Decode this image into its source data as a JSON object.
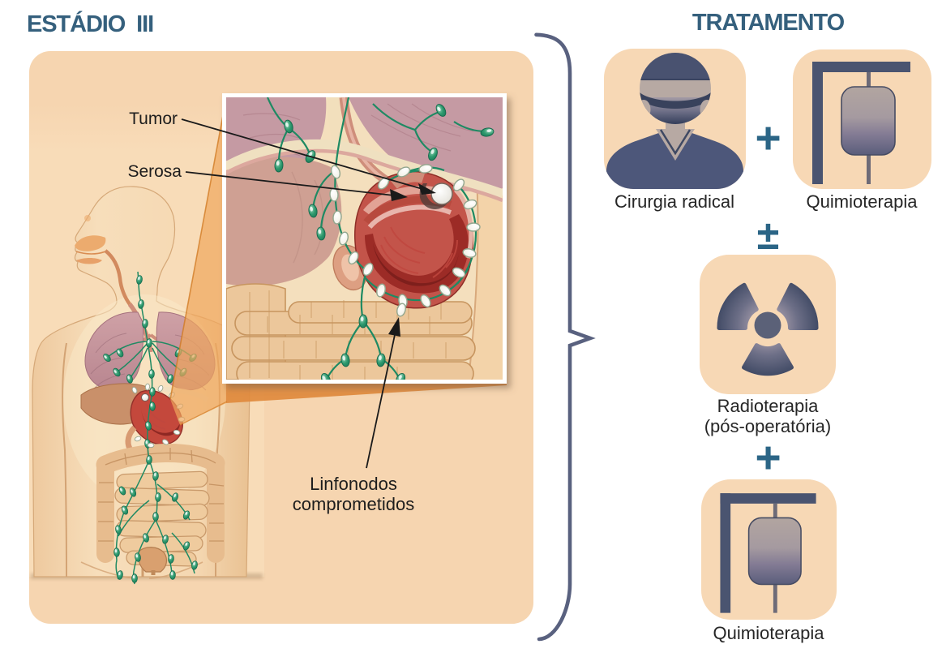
{
  "page": {
    "left_title": "ESTÁDIO III",
    "right_title": "TRATAMENTO"
  },
  "anatomy": {
    "label_tumor": "Tumor",
    "label_serosa": "Serosa",
    "label_lymph": "Linfonodos comprometidos",
    "figure_description": "Human torso with lymphatic system and stage III stomach tumor, with magnified inset of stomach showing tumor, serosa and compromised lymph nodes"
  },
  "treatments": {
    "surgery_label": "Cirurgia radical",
    "chemo_top_label": "Quimioterapia",
    "radio_label": "Radioterapia",
    "radio_sublabel": "(pós-operatória)",
    "chemo_bottom_label": "Quimioterapia",
    "plus_top": "+",
    "plus_mid": "±",
    "plus_bottom": "+"
  },
  "icons": {
    "surgery": "surgeon-icon",
    "chemo_top": "iv-drip-icon",
    "radio": "radiation-icon",
    "chemo_bottom": "iv-drip-icon"
  },
  "colors": {
    "title_text": "#35607D",
    "panel_peach": "#f6d5b0",
    "treat_box_peach": "#f7d8b5",
    "icon_dark_blue": "#4d5775",
    "operator_teal": "#2b6586",
    "label_text": "#262626",
    "brace": "#59617f",
    "lymph_green": "#1f8a63",
    "stomach_red": "#b73a30"
  }
}
